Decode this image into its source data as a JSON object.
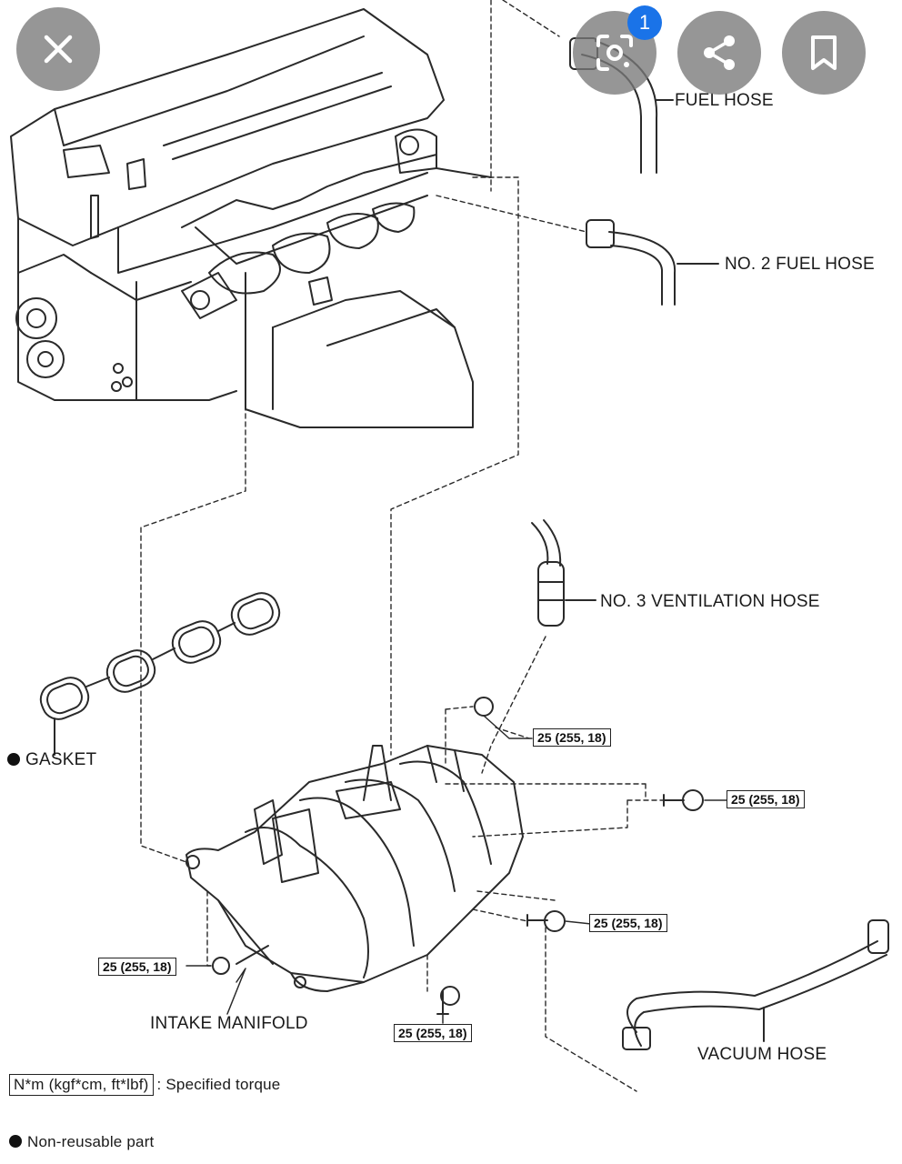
{
  "overlay": {
    "close_icon": "close-icon",
    "lens_icon": "lens-icon",
    "share_icon": "share-icon",
    "bookmark_icon": "bookmark-icon",
    "badge_count": "1",
    "badge_color": "#1a73e8",
    "button_color": "#7a7a7a"
  },
  "labels": {
    "fuel_hose": "FUEL HOSE",
    "no2_fuel_hose": "NO. 2 FUEL HOSE",
    "no3_ventilation_hose": "NO. 3 VENTILATION HOSE",
    "gasket": "GASKET",
    "intake_manifold": "INTAKE MANIFOLD",
    "vacuum_hose": "VACUUM HOSE"
  },
  "torque": {
    "t1": "25 (255, 18)",
    "t2": "25 (255, 18)",
    "t3": "25 (255, 18)",
    "t4": "25 (255, 18)",
    "t5": "25 (255, 18)"
  },
  "legend": {
    "torque_unit": "N*m (kgf*cm, ft*lbf)",
    "torque_desc": ": Specified torque",
    "non_reusable": "Non-reusable part"
  }
}
